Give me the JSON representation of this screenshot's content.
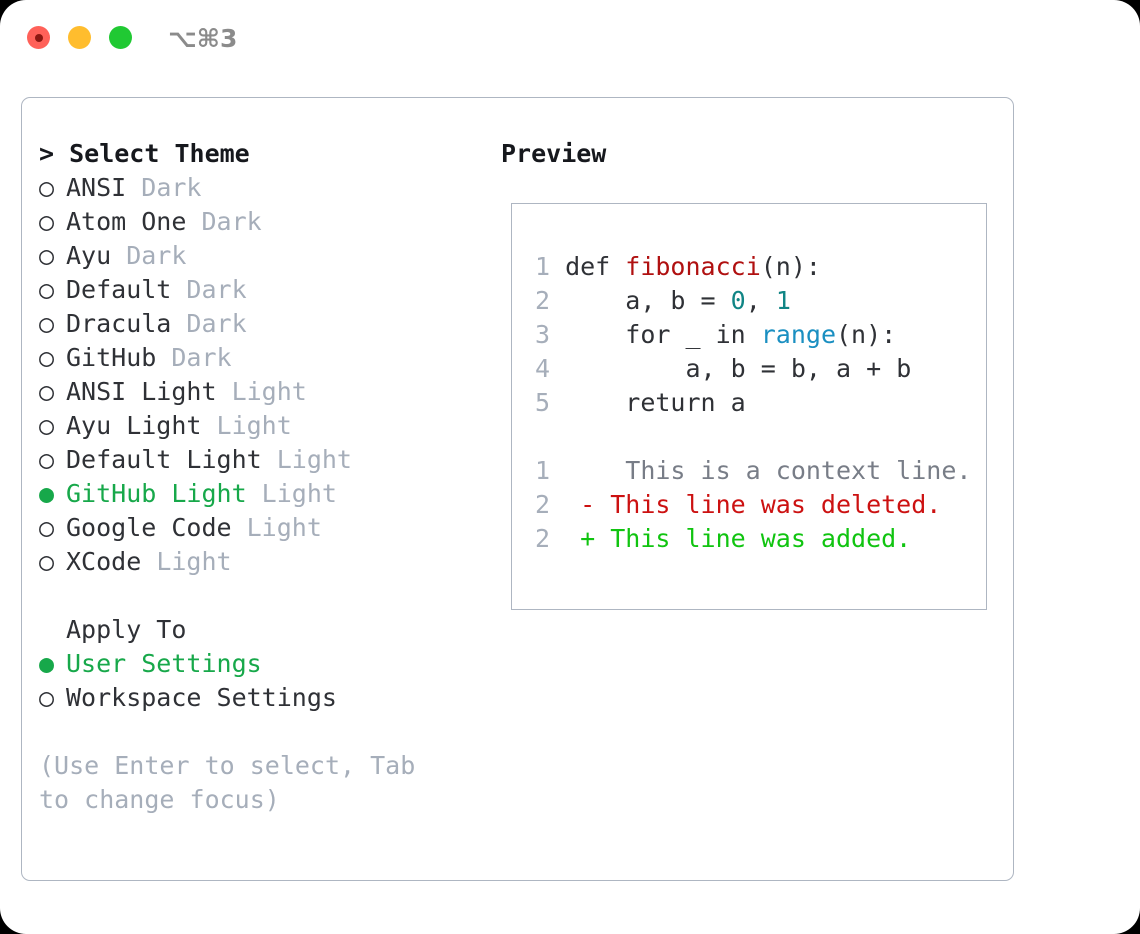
{
  "window": {
    "shortcut": "⌥⌘3",
    "traffic_lights": [
      {
        "name": "close",
        "color": "#ff6159"
      },
      {
        "name": "minimize",
        "color": "#ffbd2e"
      },
      {
        "name": "maximize",
        "color": "#20c933"
      }
    ]
  },
  "colors": {
    "selected_green": "#17a84a",
    "muted_gray": "#a6aeba",
    "text": "#2f3136",
    "border": "#aeb6c2",
    "diff_add": "#10c410",
    "diff_del": "#cc1111",
    "syntax_fn": "#b01010",
    "syntax_num": "#108585",
    "syntax_builtin": "#1a8fc1"
  },
  "theme_list": {
    "header": "> Select Theme",
    "items": [
      {
        "marker": "○",
        "name": "ANSI",
        "variant": "Dark",
        "selected": false
      },
      {
        "marker": "○",
        "name": "Atom One",
        "variant": "Dark",
        "selected": false
      },
      {
        "marker": "○",
        "name": "Ayu",
        "variant": "Dark",
        "selected": false
      },
      {
        "marker": "○",
        "name": "Default",
        "variant": "Dark",
        "selected": false
      },
      {
        "marker": "○",
        "name": "Dracula",
        "variant": "Dark",
        "selected": false
      },
      {
        "marker": "○",
        "name": "GitHub",
        "variant": "Dark",
        "selected": false
      },
      {
        "marker": "○",
        "name": "ANSI Light",
        "variant": "Light",
        "selected": false
      },
      {
        "marker": "○",
        "name": "Ayu Light",
        "variant": "Light",
        "selected": false
      },
      {
        "marker": "○",
        "name": "Default Light",
        "variant": "Light",
        "selected": false
      },
      {
        "marker": "●",
        "name": "GitHub Light",
        "variant": "Light",
        "selected": true
      },
      {
        "marker": "○",
        "name": "Google Code",
        "variant": "Light",
        "selected": false
      },
      {
        "marker": "○",
        "name": "XCode",
        "variant": "Light",
        "selected": false
      }
    ]
  },
  "apply_to": {
    "header": "Apply To",
    "items": [
      {
        "marker": "●",
        "name": "User Settings",
        "selected": true
      },
      {
        "marker": "○",
        "name": "Workspace Settings",
        "selected": false
      }
    ]
  },
  "hint": "(Use Enter to select, Tab to change focus)",
  "preview": {
    "title": "Preview",
    "code_lines": [
      {
        "num": "1",
        "parts": [
          {
            "t": "def ",
            "c": "plain"
          },
          {
            "t": "fibonacci",
            "c": "fn"
          },
          {
            "t": "(n):",
            "c": "plain"
          }
        ]
      },
      {
        "num": "2",
        "parts": [
          {
            "t": "    a, b = ",
            "c": "plain"
          },
          {
            "t": "0",
            "c": "num"
          },
          {
            "t": ", ",
            "c": "plain"
          },
          {
            "t": "1",
            "c": "num"
          }
        ]
      },
      {
        "num": "3",
        "parts": [
          {
            "t": "    for _ in ",
            "c": "plain"
          },
          {
            "t": "range",
            "c": "builtin"
          },
          {
            "t": "(n):",
            "c": "plain"
          }
        ]
      },
      {
        "num": "4",
        "parts": [
          {
            "t": "        a, b = b, a + b",
            "c": "plain"
          }
        ]
      },
      {
        "num": "5",
        "parts": [
          {
            "t": "    return a",
            "c": "plain"
          }
        ]
      }
    ],
    "diff_lines": [
      {
        "num": "1",
        "sign": " ",
        "text": "  This is a context line.",
        "kind": "ctx"
      },
      {
        "num": "2",
        "sign": "-",
        "text": " This line was deleted.",
        "kind": "del"
      },
      {
        "num": "2",
        "sign": "+",
        "text": " This line was added.",
        "kind": "add"
      }
    ]
  }
}
